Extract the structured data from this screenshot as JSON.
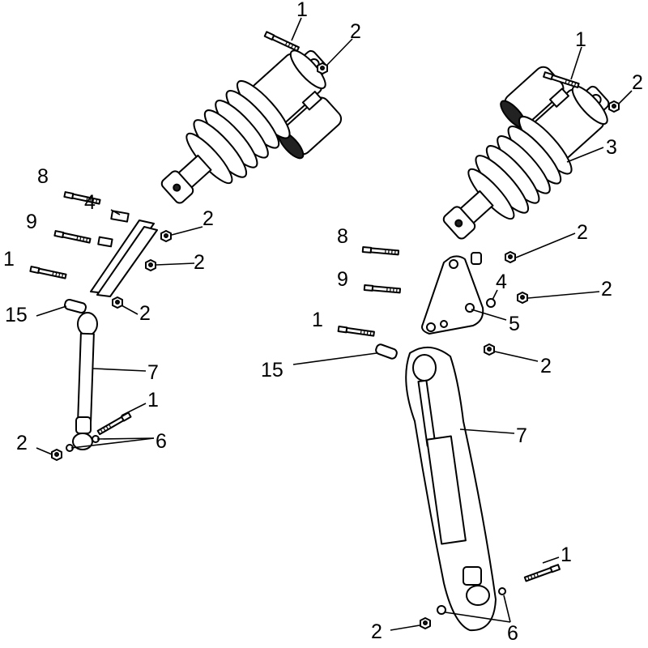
{
  "diagram": {
    "type": "exploded-parts-view",
    "left_assembly": {
      "callouts": [
        "1",
        "2",
        "8",
        "4",
        "2",
        "9",
        "2",
        "1",
        "15",
        "2",
        "7",
        "1",
        "2",
        "6"
      ]
    },
    "right_assembly": {
      "callouts": [
        "1",
        "2",
        "3",
        "2",
        "8",
        "9",
        "4",
        "2",
        "1",
        "5",
        "15",
        "2",
        "7",
        "1",
        "2",
        "6"
      ]
    }
  }
}
